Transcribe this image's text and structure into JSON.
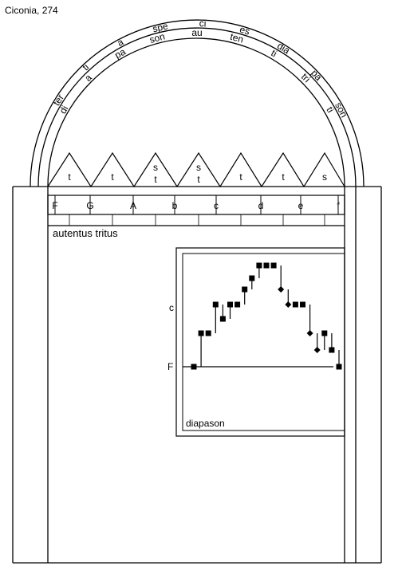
{
  "header": {
    "caption": "Ciconia, 274"
  },
  "arch": {
    "outer_words": [
      "ter",
      "ti",
      "a",
      "spe",
      "ci",
      "es",
      "dia",
      "pa",
      "son"
    ],
    "inner_words": [
      "di",
      "a",
      "pa",
      "son",
      "au",
      "ten",
      "ti",
      "tri",
      "ti"
    ]
  },
  "intervals": [
    "t",
    "t",
    "s\nt",
    "s\nt",
    "t",
    "t",
    "s"
  ],
  "gamut": [
    "F",
    "G",
    "A",
    "b",
    "c",
    "d",
    "e",
    "f"
  ],
  "mode_label": "autentus tritus",
  "melody_panel": {
    "range_label": "diapason",
    "pitch_labels": {
      "upper": "c",
      "lower": "F"
    },
    "notes": [
      {
        "shape": "square",
        "pitch": "F"
      },
      {
        "shape": "square",
        "pitch": "a"
      },
      {
        "shape": "square",
        "pitch": "a"
      },
      {
        "shape": "square",
        "pitch": "c"
      },
      {
        "shape": "square",
        "pitch": "b"
      },
      {
        "shape": "square",
        "pitch": "c"
      },
      {
        "shape": "square",
        "pitch": "c"
      },
      {
        "shape": "square",
        "pitch": "d"
      },
      {
        "shape": "square",
        "pitch": "e"
      },
      {
        "shape": "square",
        "pitch": "f"
      },
      {
        "shape": "square",
        "pitch": "f"
      },
      {
        "shape": "square",
        "pitch": "f"
      },
      {
        "shape": "diamond",
        "pitch": "d"
      },
      {
        "shape": "diamond",
        "pitch": "c"
      },
      {
        "shape": "square",
        "pitch": "c"
      },
      {
        "shape": "square",
        "pitch": "c"
      },
      {
        "shape": "diamond",
        "pitch": "a"
      },
      {
        "shape": "diamond",
        "pitch": "G"
      },
      {
        "shape": "square",
        "pitch": "a"
      },
      {
        "shape": "square",
        "pitch": "G"
      },
      {
        "shape": "square",
        "pitch": "F"
      }
    ]
  }
}
